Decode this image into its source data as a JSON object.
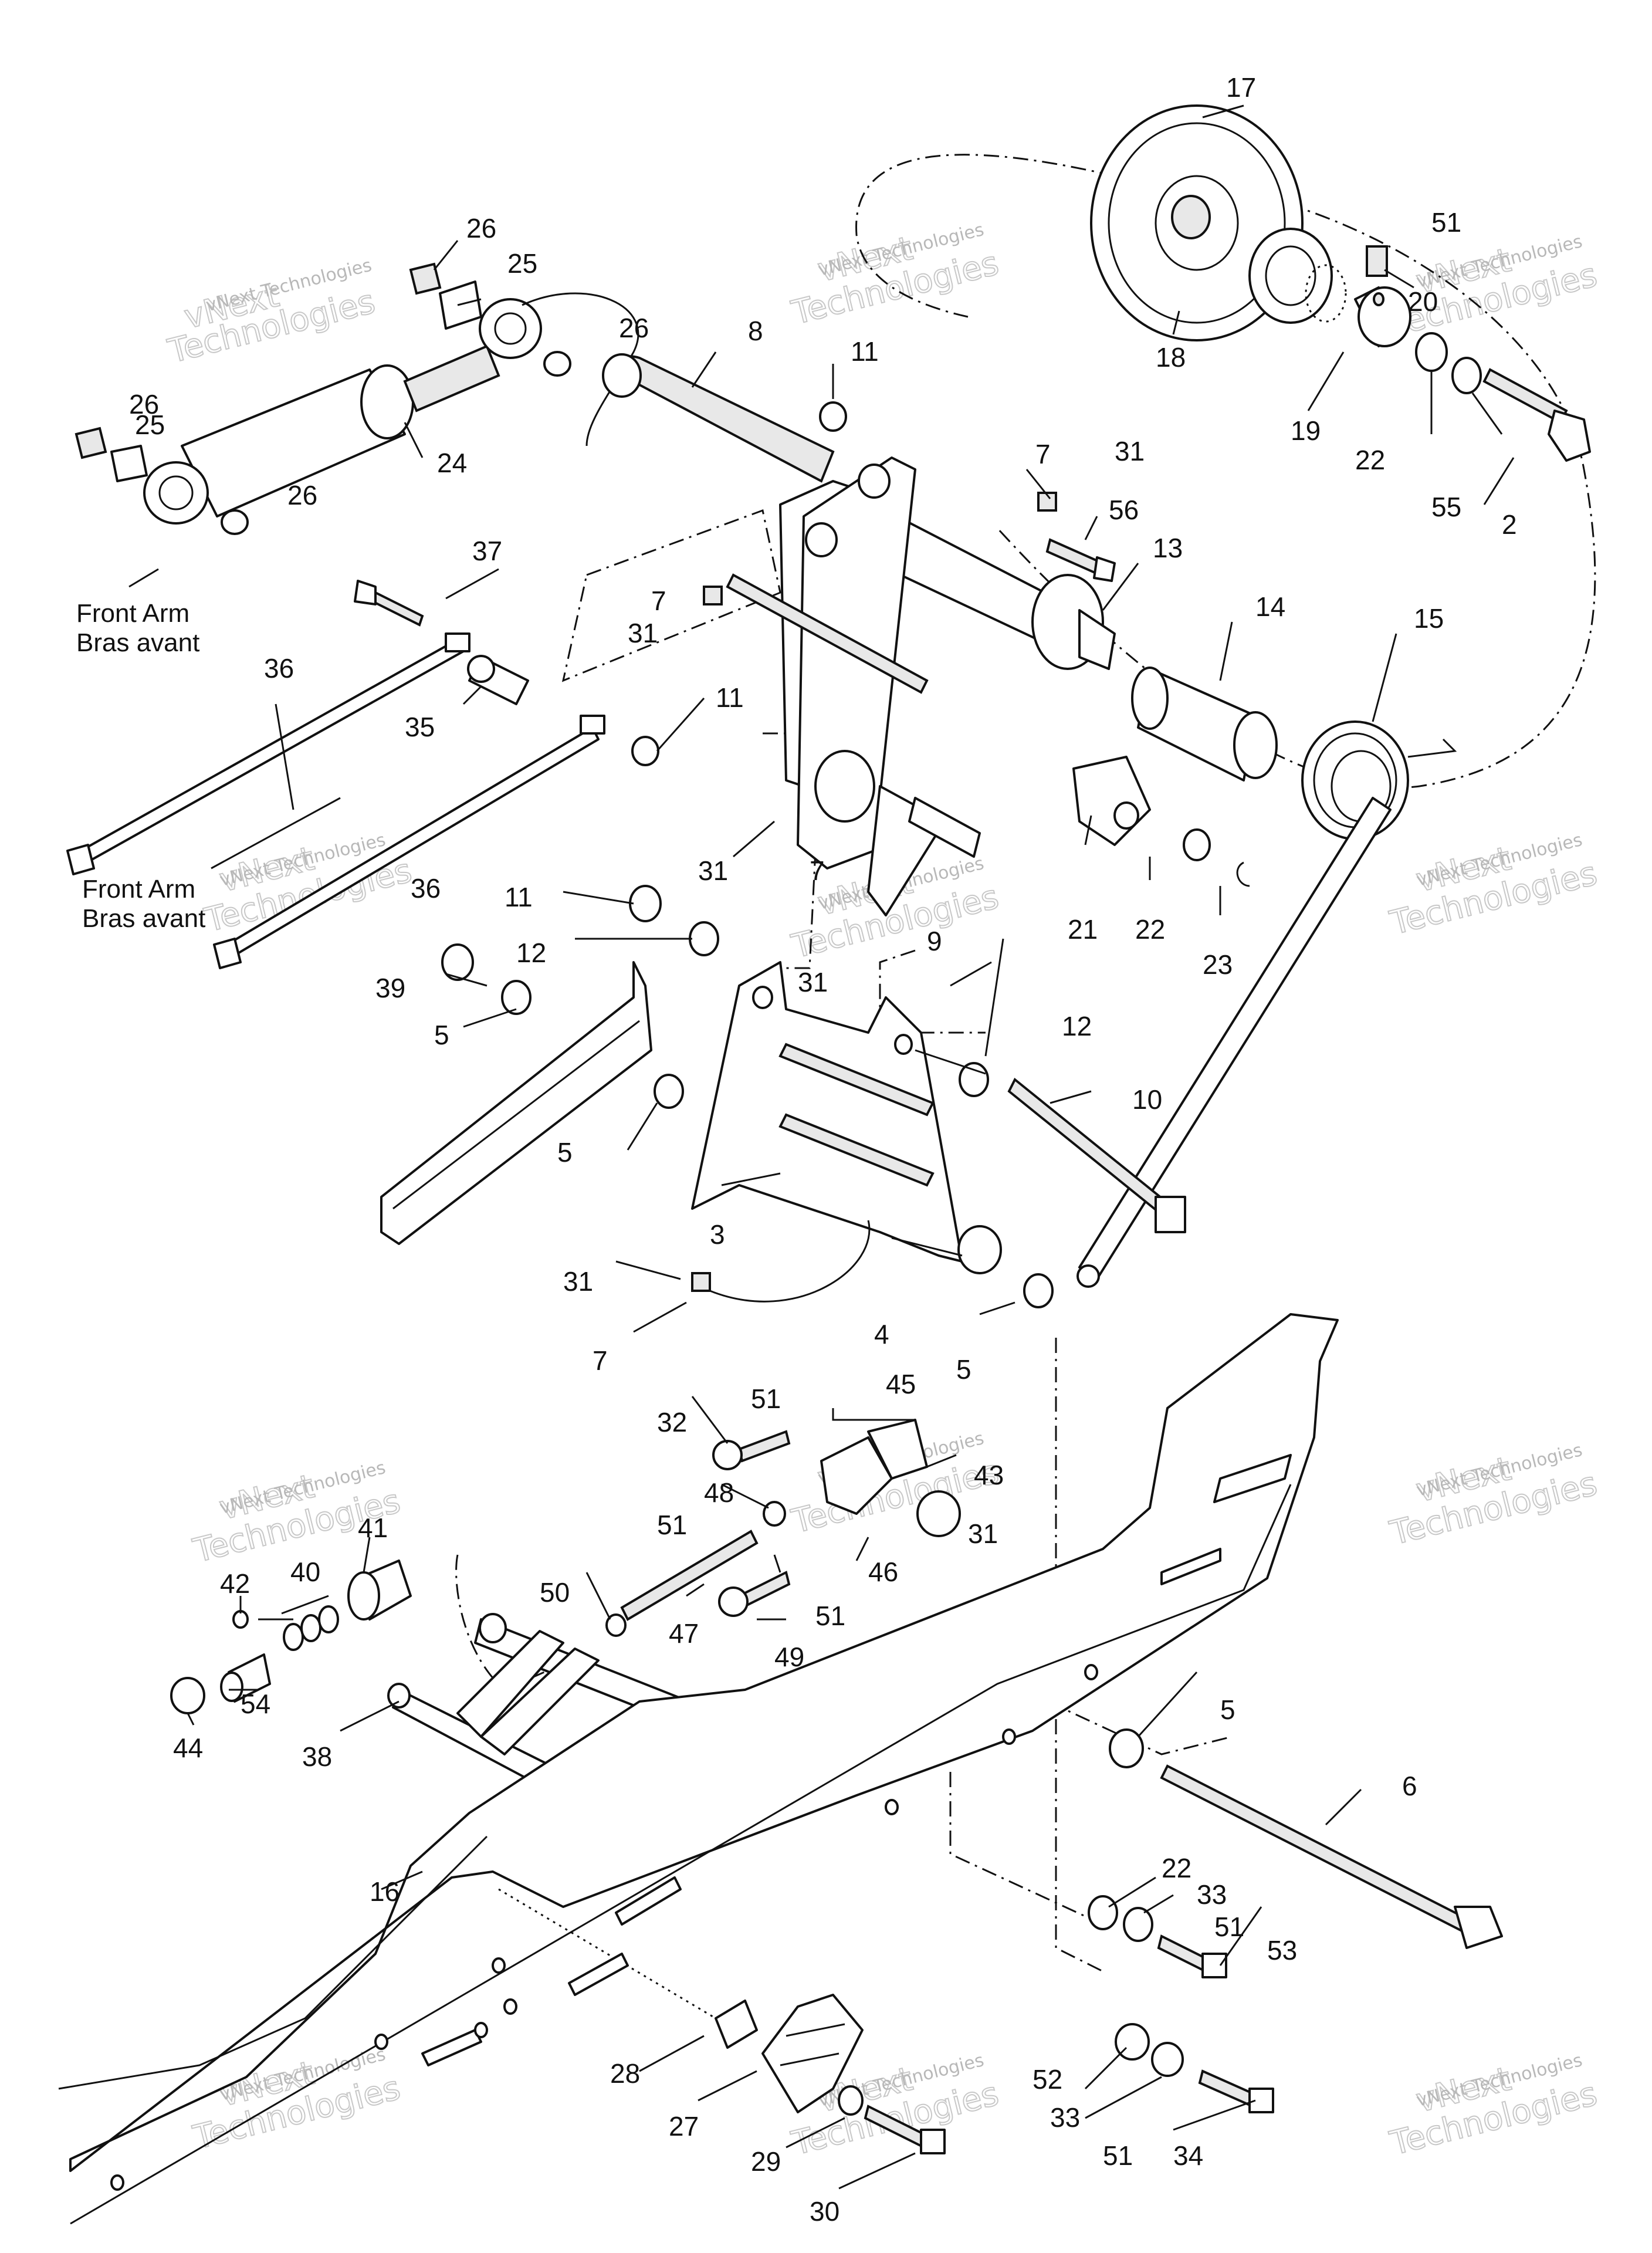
{
  "callouts": [
    "2",
    "3",
    "4",
    "5",
    "6",
    "7",
    "8",
    "9",
    "10",
    "11",
    "12",
    "13",
    "14",
    "15",
    "16",
    "17",
    "18",
    "19",
    "20",
    "21",
    "22",
    "23",
    "24",
    "25",
    "26",
    "27",
    "28",
    "29",
    "30",
    "31",
    "32",
    "33",
    "34",
    "35",
    "36",
    "37",
    "38",
    "39",
    "40",
    "41",
    "42",
    "43",
    "44",
    "45",
    "46",
    "47",
    "48",
    "49",
    "50",
    "51",
    "52",
    "53",
    "54",
    "55",
    "56"
  ],
  "captions": {
    "front_arm_en": "Front Arm",
    "front_arm_fr": "Bras avant"
  },
  "watermark": {
    "line1": "vNext Technologies",
    "line2": "Technologies",
    "overlay": "vNext"
  },
  "colors": {
    "ink": "#111111",
    "background": "#ffffff",
    "watermark": "#b8b8b8"
  }
}
